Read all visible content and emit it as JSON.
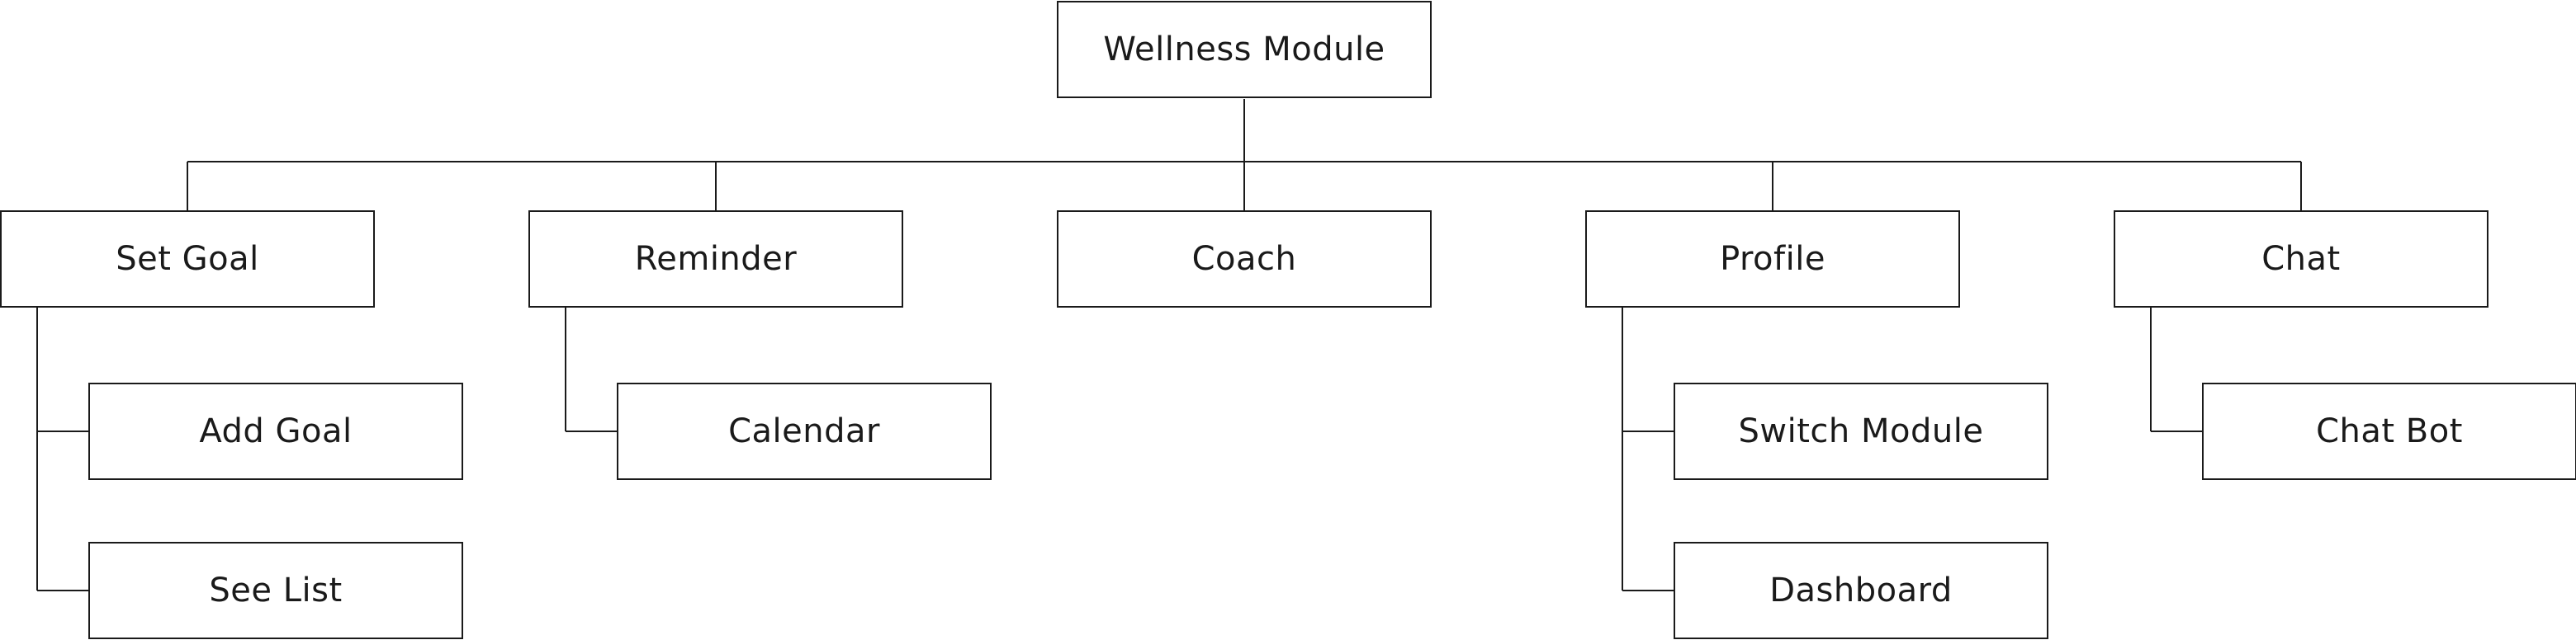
{
  "diagram": {
    "root": {
      "label": "Wellness Module"
    },
    "modules": [
      {
        "label": "Set Goal",
        "children": [
          "Add Goal",
          "See List"
        ]
      },
      {
        "label": "Reminder",
        "children": [
          "Calendar"
        ]
      },
      {
        "label": "Coach",
        "children": []
      },
      {
        "label": "Profile",
        "children": [
          "Switch Module",
          "Dashboard"
        ]
      },
      {
        "label": "Chat",
        "children": [
          "Chat Bot"
        ]
      }
    ],
    "colors": {
      "line": "#1a1a1a",
      "box_border": "#1a1a1a",
      "box_fill": "#ffffff",
      "text": "#1a1a1a"
    }
  }
}
